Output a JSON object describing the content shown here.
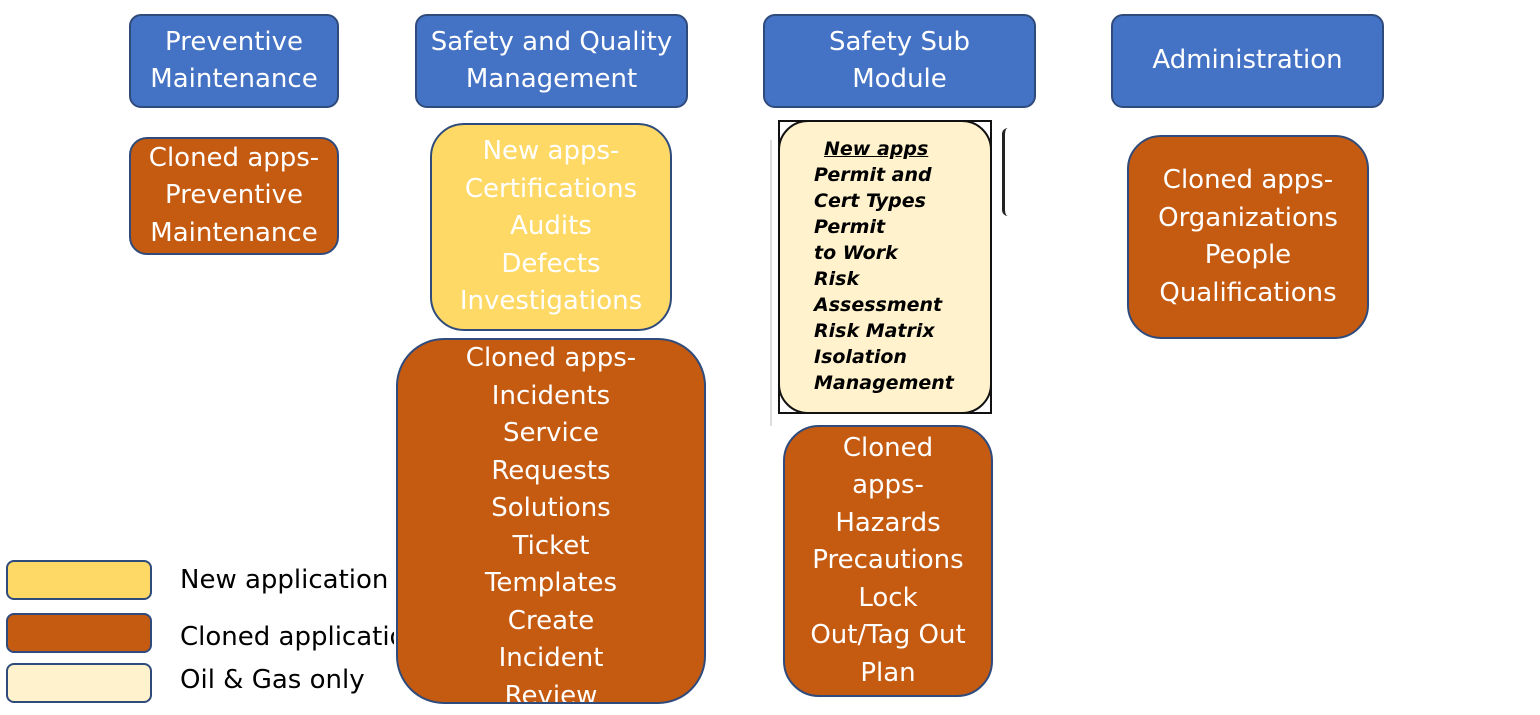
{
  "headers": {
    "preventive": [
      "Preventive",
      "Maintenance"
    ],
    "safety_quality": [
      "Safety and Quality",
      "Management"
    ],
    "safety_sub": [
      "Safety Sub",
      "Module"
    ],
    "administration": [
      "Administration"
    ]
  },
  "boxes": {
    "preventive_cloned": [
      "Cloned apps-",
      "Preventive",
      "Maintenance"
    ],
    "safety_quality_new": [
      "New apps-",
      "Certifications",
      "Audits",
      "Defects",
      "Investigations"
    ],
    "safety_quality_cloned": [
      "Cloned apps-",
      "Incidents",
      "Service",
      "Requests",
      "Solutions",
      "Ticket",
      "Templates",
      "Create",
      "Incident",
      "Review"
    ],
    "safety_sub_cloned": [
      "Cloned",
      "apps-",
      "Hazards",
      "Precautions",
      "Lock",
      "Out/Tag Out",
      "Plan"
    ],
    "admin_cloned": [
      "Cloned apps-",
      "Organizations",
      "People",
      "Qualifications"
    ]
  },
  "oil_gas_box": {
    "title": "New apps",
    "items": [
      "Permit and",
      "Cert Types",
      "Permit",
      "to Work",
      "Risk",
      "Assessment",
      "Risk Matrix",
      "Isolation",
      "Management"
    ],
    "highlight_color": "#e0191f"
  },
  "legend": [
    {
      "label": "New application",
      "color": "#ffd966"
    },
    {
      "label": "Cloned applicatio",
      "color": "#c55a11"
    },
    {
      "label": "Oil & Gas only",
      "color": "#fff2cc"
    }
  ],
  "colors": {
    "header": "#4472c4",
    "cloned": "#c55a11",
    "new": "#ffd966",
    "oil_gas": "#fff2cc"
  }
}
